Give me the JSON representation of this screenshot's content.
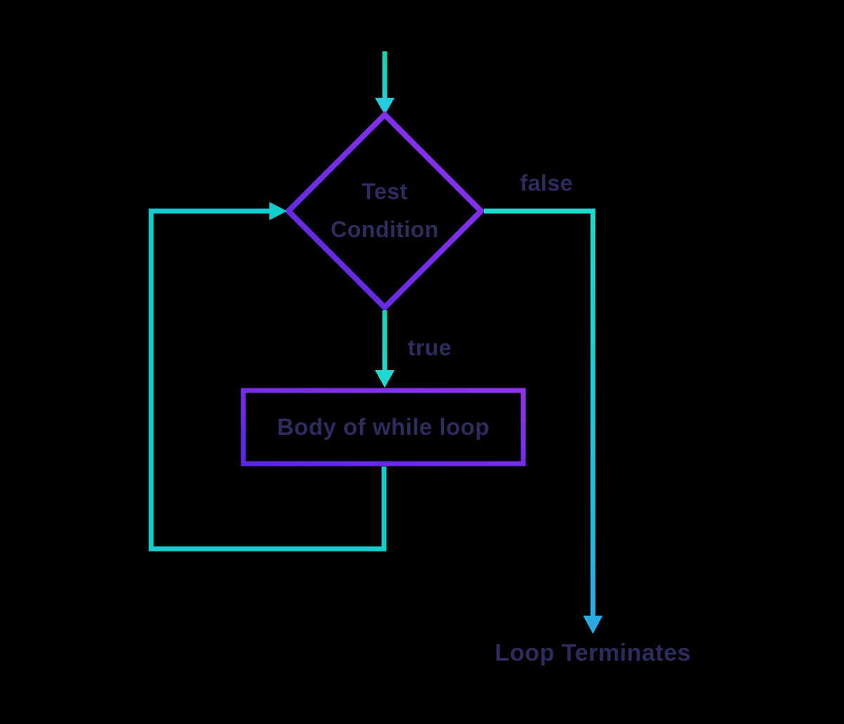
{
  "canvas": {
    "width": "1200",
    "height": "1029",
    "background": "#000000"
  },
  "flowchart": {
    "decision": {
      "line1": "Test",
      "line2": "Condition"
    },
    "process": {
      "label": "Body of while loop"
    },
    "labels": {
      "true_branch": "true",
      "false_branch": "false",
      "terminate": "Loop Terminates"
    }
  },
  "colors": {
    "text": "#2e2b5e",
    "purple_bright": "#9132f2",
    "purple_deep": "#5a28e0",
    "teal_loop": "#12cdce",
    "teal_green": "#12d2b4",
    "cyan_head": "#26cbde",
    "teal_bright": "#1edaca",
    "teal_mid": "#1fd9cf",
    "blue_end": "#29abe2"
  }
}
